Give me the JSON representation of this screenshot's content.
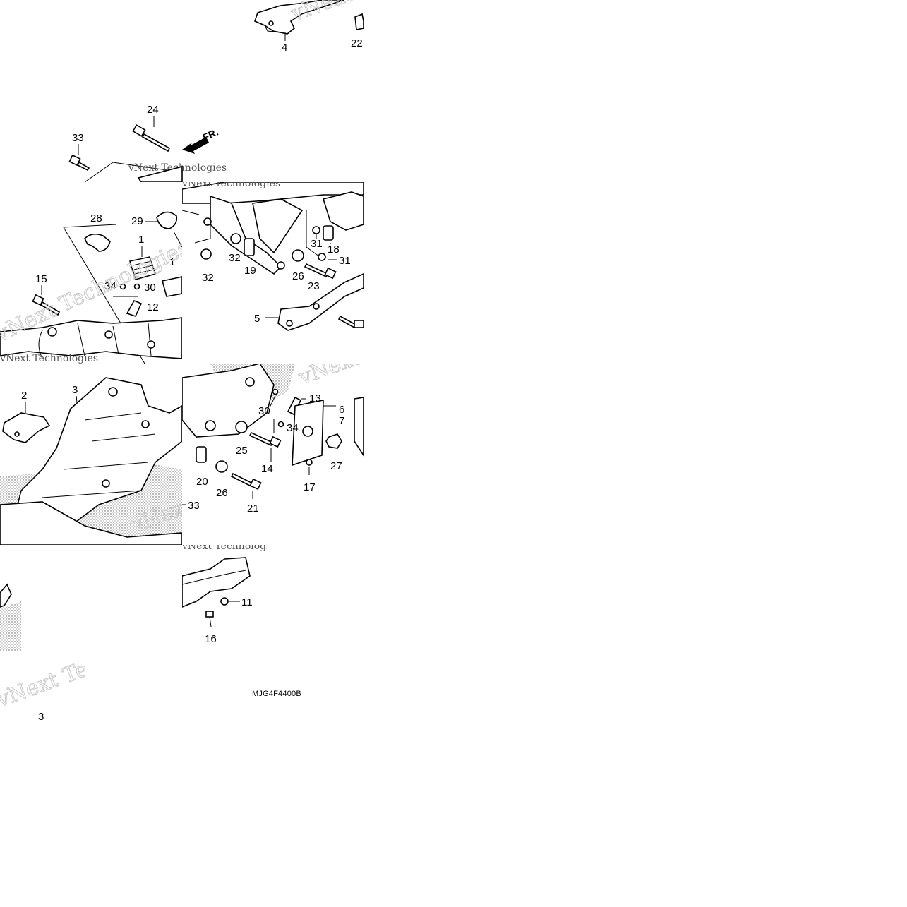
{
  "diagram": {
    "watermark_text": "vNext Technologies",
    "direction_label": "FR.",
    "diagram_code": "MJG4F4400B",
    "tiles": {
      "top_strip": {
        "labels": [
          "4",
          "22"
        ]
      },
      "upper_left": {
        "labels": [
          "24",
          "33"
        ]
      },
      "mid_left": {
        "labels": [
          "28",
          "29",
          "1",
          "1",
          "15",
          "34",
          "30",
          "12"
        ]
      },
      "mid_right": {
        "labels": [
          "31",
          "18",
          "31",
          "32",
          "19",
          "26",
          "23",
          "32",
          "5"
        ]
      },
      "lower_left": {
        "labels": [
          "2",
          "3"
        ]
      },
      "lower_right": {
        "labels": [
          "30",
          "13",
          "6",
          "7",
          "34",
          "25",
          "14",
          "27",
          "20",
          "26",
          "17",
          "21",
          "33"
        ]
      },
      "bottom_right": {
        "labels": [
          "11",
          "16"
        ]
      },
      "bottom_left": {
        "labels": [
          "3"
        ]
      }
    }
  }
}
